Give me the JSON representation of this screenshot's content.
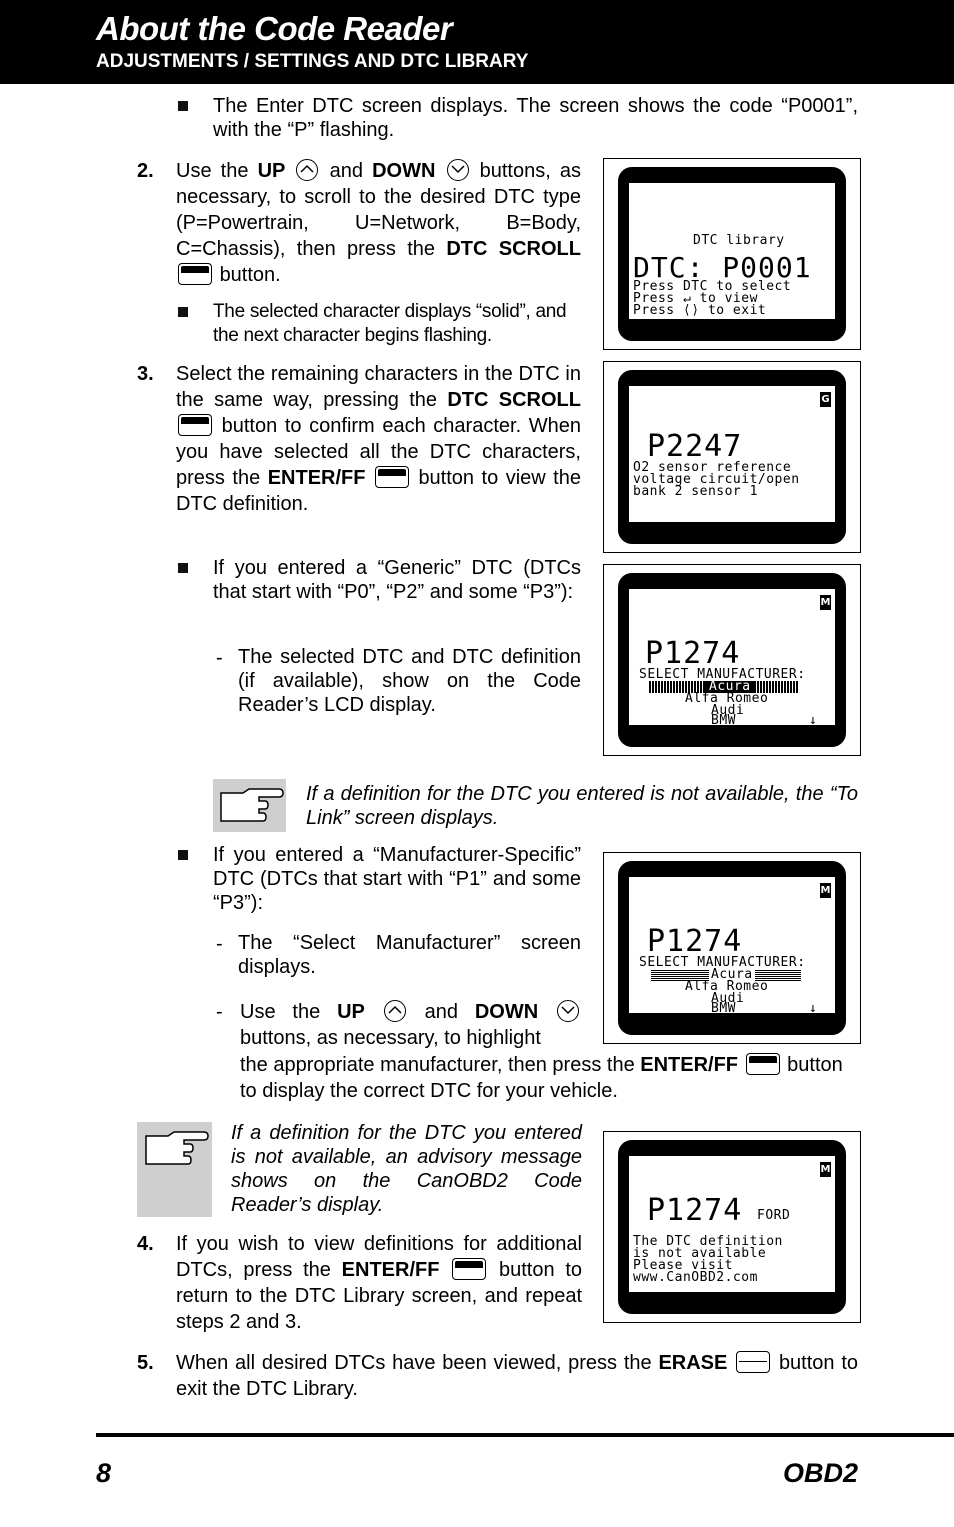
{
  "header": {
    "title": "About the Code Reader",
    "subtitle": "ADJUSTMENTS / SETTINGS AND DTC LIBRARY"
  },
  "intro_bullet": "The Enter DTC screen displays. The screen shows the code “P0001”, with the “P” flashing.",
  "step2": {
    "number": "2.",
    "w_use": "Use the",
    "up": "UP",
    "and": "and",
    "down": "DOWN",
    "buttons": "buttons,",
    "rest": "as necessary, to scroll to the desired DTC type (P=Powertrain, U=Network, B=Body, C=Chassis), then press the",
    "dtc_scroll": "DTC SCROLL",
    "button": "button.",
    "bullet": "The selected character displays “solid”, and the next character begins flashing."
  },
  "step3": {
    "number": "3.",
    "text1": "Select the remaining characters in the DTC in the same way, pressing the",
    "dtc_scroll": "DTC SCROLL",
    "text2": "button to confirm each character. When you have selected all the DTC characters, press the",
    "enter_ff": "ENTER/FF",
    "text3": "button to view the DTC definition.",
    "bullet": "If you entered a “Generic” DTC (DTCs that start with “P0”, “P2” and some “P3”):",
    "dash": "The selected DTC and DTC definition (if available), show on the Code Reader’s LCD display."
  },
  "note1": "If a definition for the DTC you entered is not available, the “To Link” screen displays.",
  "mfr": {
    "bullet": "If you entered a “Manufacturer-Specific” DTC (DTCs that start with “P1” and some “P3”):",
    "dash1": "The “Select Manufacturer” screen displays.",
    "dash2_a": "Use the",
    "up": "UP",
    "and": "and",
    "down": "DOWN",
    "dash2_b": "buttons, as necessary, to highlight",
    "dash2_c": "the appropriate manufacturer, then press the",
    "enter_ff": "ENTER/FF",
    "dash2_d": "button to display the correct DTC for your vehicle."
  },
  "note2": "If a definition for the DTC you entered is not available, an advisory message shows on the CanOBD2 Code Reader’s display.",
  "step4": {
    "number": "4.",
    "text1": "If you wish to view definitions for additional DTCs, press the",
    "enter_ff": "ENTER/FF",
    "text2": "button to return to the DTC Library screen, and repeat steps 2 and 3."
  },
  "step5": {
    "number": "5.",
    "text1": "When all desired DTCs have been viewed, press the",
    "erase": "ERASE",
    "text2": "button to exit the DTC Library."
  },
  "screens": {
    "s1": {
      "title": "DTC library",
      "code": "DTC: P0001",
      "l1": "Press DTC to select",
      "l2": "Press ↵ to view",
      "l3": "Press ⟨⟩ to exit"
    },
    "s2": {
      "badge": "G",
      "code": "P2247",
      "l1": "O2 sensor reference",
      "l2": "voltage circuit/open",
      "l3": "bank 2 sensor 1"
    },
    "s3": {
      "badge": "M",
      "code": "P1274",
      "l1": "SELECT MANUFACTURER:",
      "l2": "Acura",
      "l3": "Alfa Romeo",
      "l4": "Audi",
      "l5": "BMW",
      "arrow": "↓"
    },
    "s4": {
      "badge": "M",
      "code": "P1274",
      "l1": "SELECT MANUFACTURER:",
      "l2": "Acura",
      "l3": "Alfa Romeo",
      "l4": "Audi",
      "l5": "BMW",
      "arrow": "↓"
    },
    "s5": {
      "badge": "M",
      "code": "P1274",
      "make": "FORD",
      "l1": "The DTC definition",
      "l2": "is not available",
      "l3": "Please visit",
      "l4": "www.CanOBD2.com"
    }
  },
  "icons": {
    "dtc_key": "DTC",
    "ff_key": "FF"
  },
  "footer": {
    "page": "8",
    "label": "OBD2"
  }
}
